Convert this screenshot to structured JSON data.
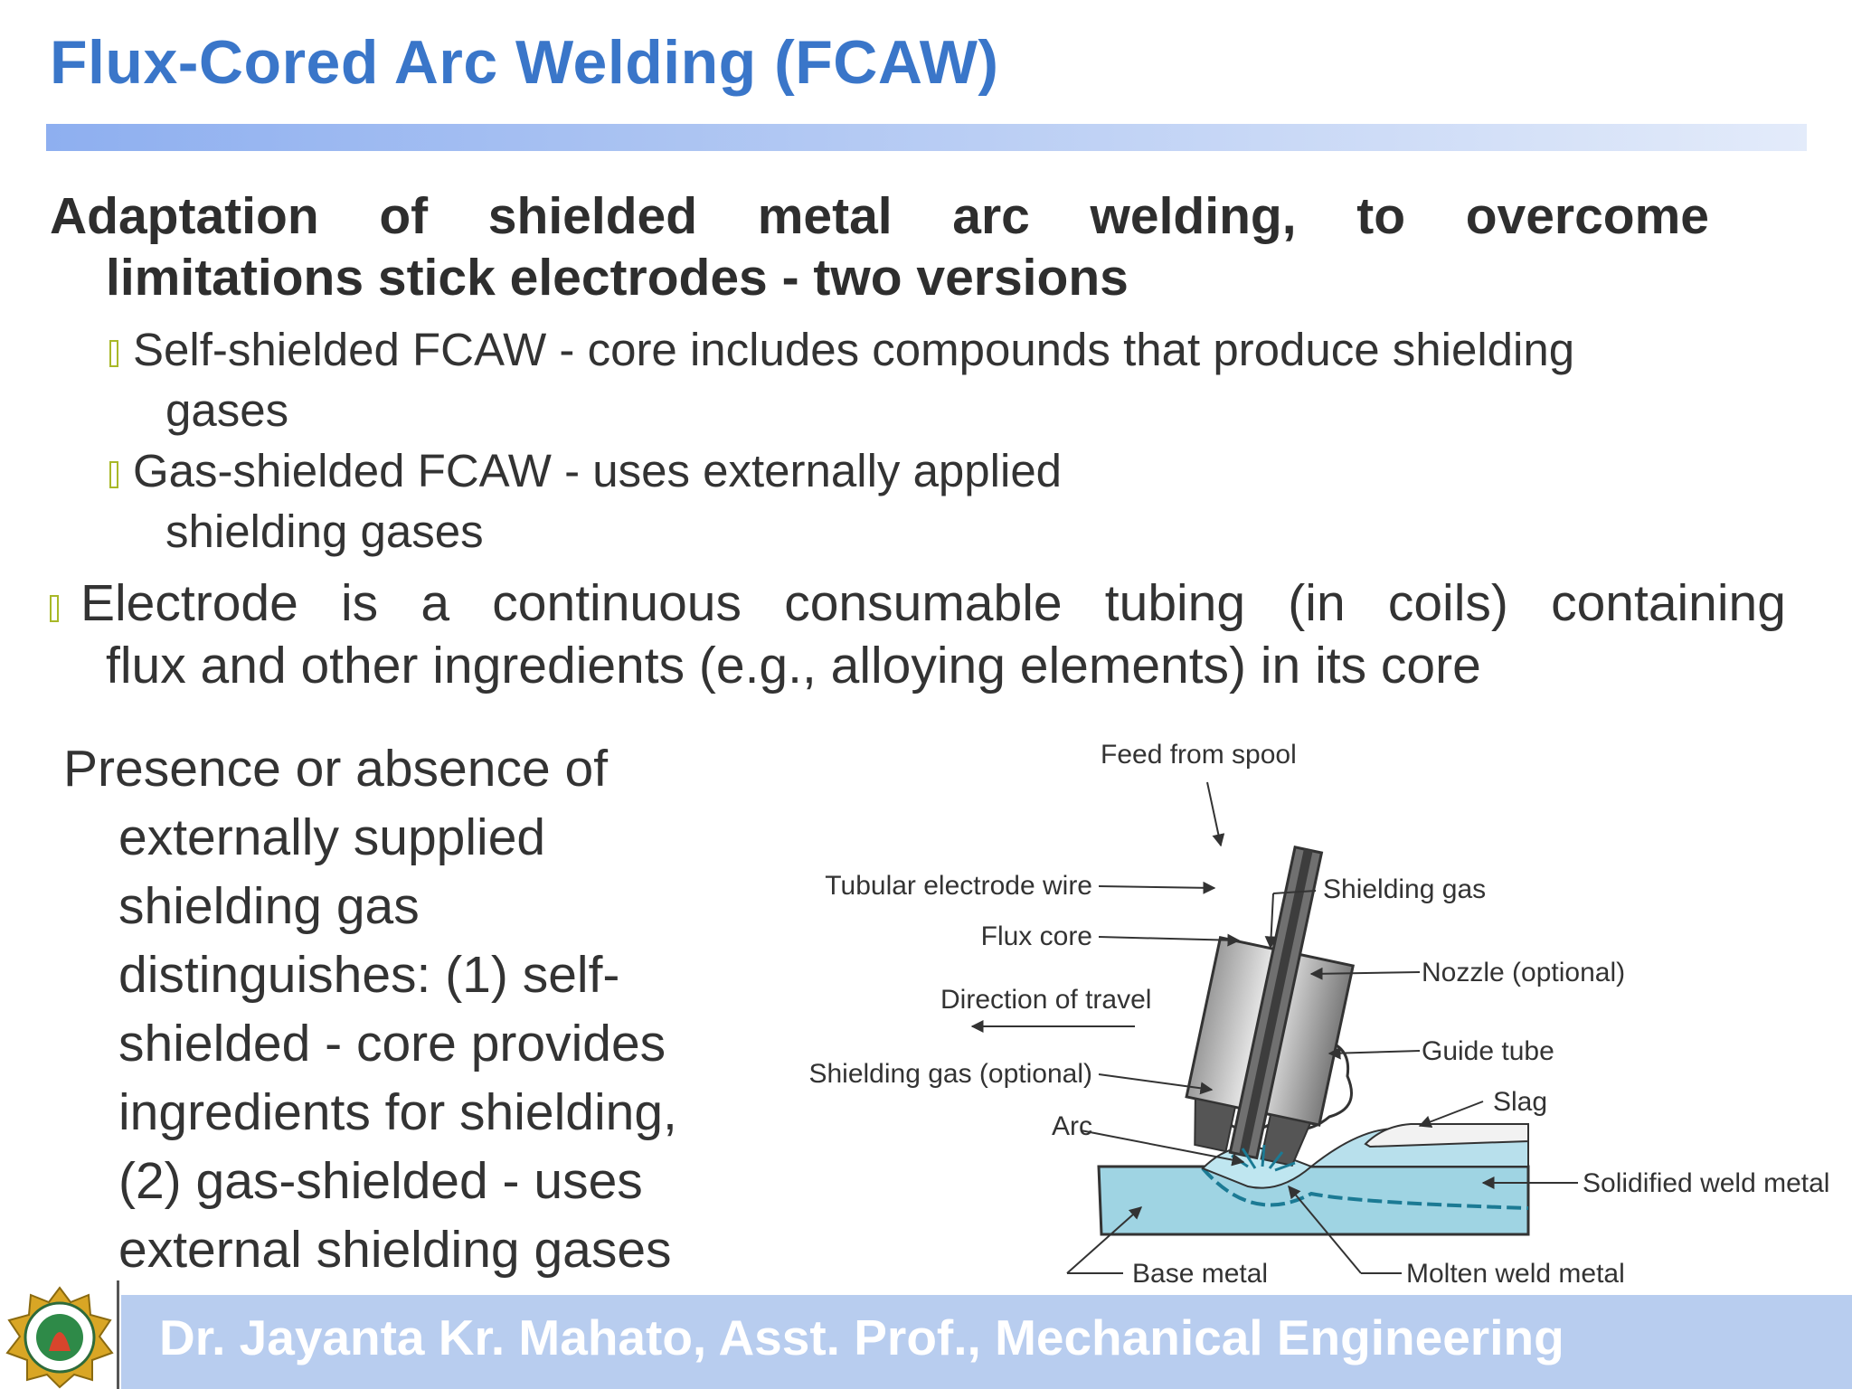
{
  "title": "Flux-Cored Arc Welding (FCAW)",
  "intro": {
    "line1_words": [
      "Adaptation",
      "of",
      "shielded",
      "metal",
      "arc",
      "welding,",
      "to",
      "overcome"
    ],
    "line2": "limitations  stick electrodes - two versions"
  },
  "versions": [
    {
      "line1": "Self-shielded FCAW - core includes compounds that  produce shielding",
      "line2": "gases"
    },
    {
      "line1": "Gas-shielded FCAW - uses externally applied",
      "line2": "shielding gases"
    }
  ],
  "electrode": {
    "line1_words": [
      "Electrode",
      "is",
      "a",
      "continuous",
      "consumable",
      "tubing",
      "(in",
      "coils)",
      "containing"
    ],
    "line2": "flux and other ingredients (e.g., alloying elements) in its core"
  },
  "presence_lines": [
    "Presence or absence of",
    "externally supplied",
    "shielding gas",
    "distinguishes: (1) self-",
    "shielded - core provides",
    "ingredients for shielding,",
    "(2) gas-shielded - uses",
    "external shielding gases"
  ],
  "diagram": {
    "labels": {
      "feed": "Feed from spool",
      "tubular": "Tubular electrode wire",
      "shielding_gas": "Shielding gas",
      "flux_core": "Flux core",
      "nozzle": "Nozzle (optional)",
      "direction": "Direction of travel",
      "guide_tube": "Guide tube",
      "shielding_optional": "Shielding gas (optional)",
      "slag": "Slag",
      "arc": "Arc",
      "solidified": "Solidified weld metal",
      "base": "Base metal",
      "molten": "Molten weld metal"
    },
    "colors": {
      "metal": "#9fd4e3",
      "weld_line": "#1b7a94"
    }
  },
  "footer": "Dr. Jayanta Kr. Mahato, Asst. Prof., Mechanical Engineering",
  "colors": {
    "title": "#3a76c9",
    "bullet": "#a8b828",
    "footer_bar": "#b8cdef"
  },
  "icons": {
    "bullet": "hollow-square-bullet",
    "logo": "university-seal-logo"
  }
}
